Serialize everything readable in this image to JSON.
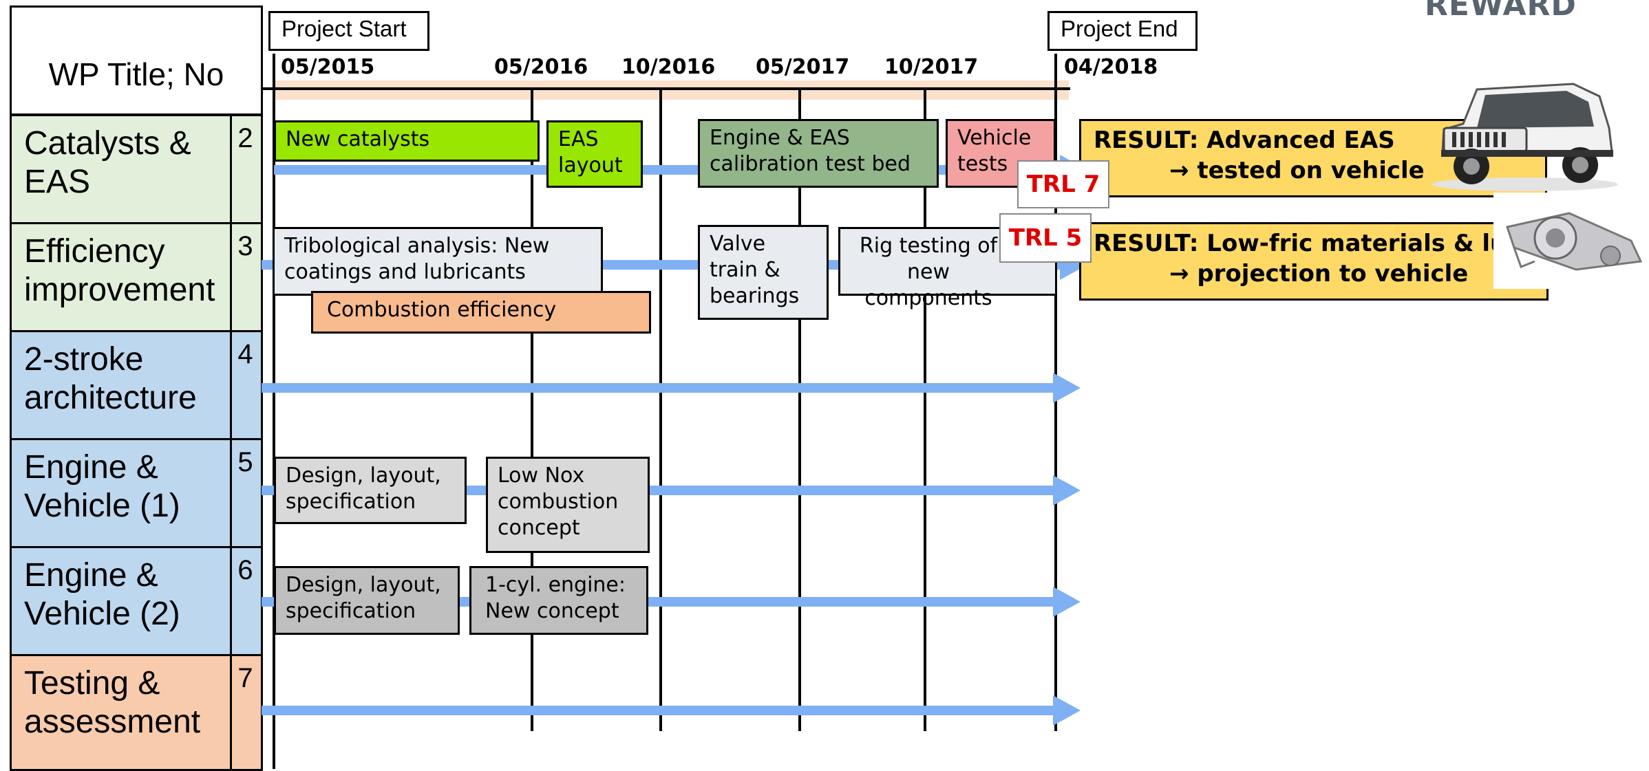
{
  "header": {
    "wp_title": "WP Title; No",
    "logo_text": "REWARD"
  },
  "flags": {
    "start": "Project Start",
    "end": "Project End"
  },
  "dates": [
    "05/2015",
    "05/2016",
    "10/2016",
    "05/2017",
    "10/2017",
    "04/2018"
  ],
  "work_packages": [
    {
      "title": "Catalysts & EAS",
      "no": "2"
    },
    {
      "title": "Efficiency improvement",
      "no": "3"
    },
    {
      "title": "2-stroke architecture",
      "no": "4"
    },
    {
      "title": "Engine & Vehicle (1)",
      "no": "5"
    },
    {
      "title": "Engine & Vehicle (2)",
      "no": "6"
    },
    {
      "title": "Testing & assessment",
      "no": "7"
    }
  ],
  "tasks": {
    "new_catalysts": "New catalysts",
    "eas_layout": "EAS layout",
    "engine_eas": "Engine & EAS calibration test bed",
    "vehicle_tests": "Vehicle tests",
    "tribological": "Tribological analysis: New coatings and lubricants",
    "combustion": "Combustion efficiency",
    "valve_train": "Valve train & bearings",
    "rig_testing": "Rig testing of new components",
    "design1": "Design, layout, specification",
    "low_nox": "Low Nox combustion concept",
    "design2": "Design, layout, specification",
    "one_cyl": "1-cyl. engine: New concept"
  },
  "results": {
    "r1_line1": "RESULT: Advanced EAS",
    "r1_line2": "→ tested on vehicle",
    "r2_line1": "RESULT: Low-fric materials & lubric",
    "r2_line2": "→ projection to vehicle"
  },
  "trl": {
    "trl7": "TRL 7",
    "trl5": "TRL 5"
  },
  "colors": {
    "wp_green": "#e2efda",
    "wp_blue": "#bdd7ee",
    "wp_orange": "#f8cbad",
    "arrow": "#7fb0f3",
    "task_green": "#99e600",
    "task_darkgreen": "#93b58a",
    "task_pink": "#f4a1a1",
    "task_light": "#e8ecf0",
    "task_orange": "#f8bb8e",
    "task_gray": "#d9d9d9",
    "task_darkgray": "#bfbfbf",
    "result": "#ffd966",
    "trl_text": "#e00000"
  }
}
